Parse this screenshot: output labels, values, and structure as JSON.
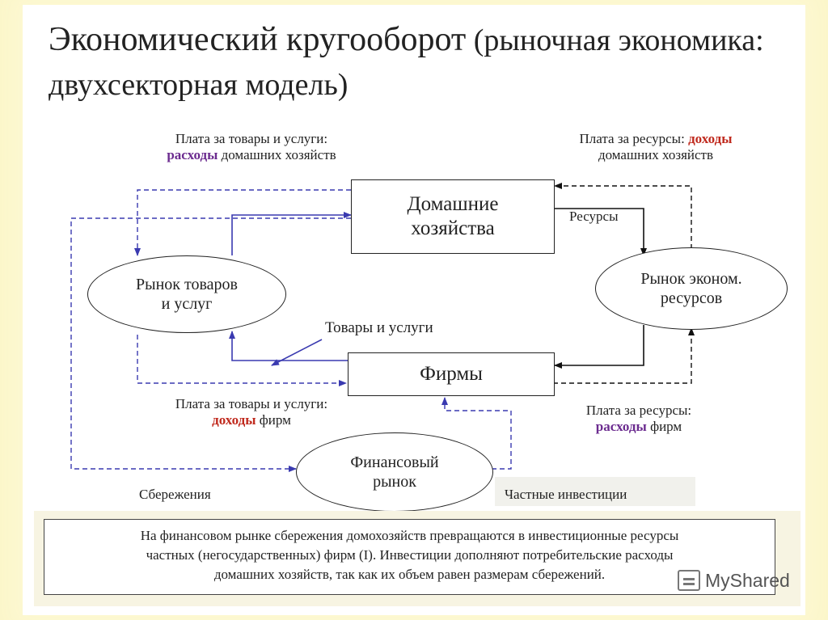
{
  "title": {
    "main": "Экономический кругооборот",
    "paren": " (рыночная экономика: двухсекторная модель)"
  },
  "labels": {
    "pay_goods_top_line1": "Плата за товары и услуги:",
    "pay_goods_top_hl": "расходы",
    "pay_goods_top_rest": " домашних хозяйств",
    "pay_res_top_text": "Плата за ресурсы: ",
    "pay_res_top_hl": "доходы",
    "pay_res_top_line2": "домашних хозяйств",
    "resources": "Ресурсы",
    "goods_services": "Товары и услуги",
    "pay_goods_bottom_line1": "Плата за товары и услуги:",
    "pay_goods_bottom_hl": "доходы",
    "pay_goods_bottom_rest": " фирм",
    "pay_res_bottom_line1": "Плата за ресурсы:",
    "pay_res_bottom_hl": "расходы",
    "pay_res_bottom_rest": " фирм",
    "savings": "Сбережения",
    "private_investment": "Частные инвестиции"
  },
  "nodes": {
    "households": "Домашние\nхозяйства",
    "goods_market": "Рынок товаров\nи услуг",
    "resource_market": "Рынок эконом.\nресурсов",
    "firms": "Фирмы",
    "financial_market": "Финансовый\nрынок"
  },
  "callout": {
    "line1": "На финансовом рынке сбережения домохозяйств превращаются в инвестиционные ресурсы",
    "line2": "частных (негосударственных) фирм (I). Инвестиции  дополняют потребительские расходы",
    "line3": "домашних хозяйств, так как  их объем равен размерам сбережений."
  },
  "watermark": {
    "text": "MyShared",
    "icon": "presentation-icon"
  },
  "colors": {
    "solid_flow": "#3a3ab0",
    "dashed_flow": "#3a3ab0",
    "black_flow": "#111111",
    "highlight_purple": "#6b2b8f",
    "highlight_red": "#c02a1e"
  }
}
